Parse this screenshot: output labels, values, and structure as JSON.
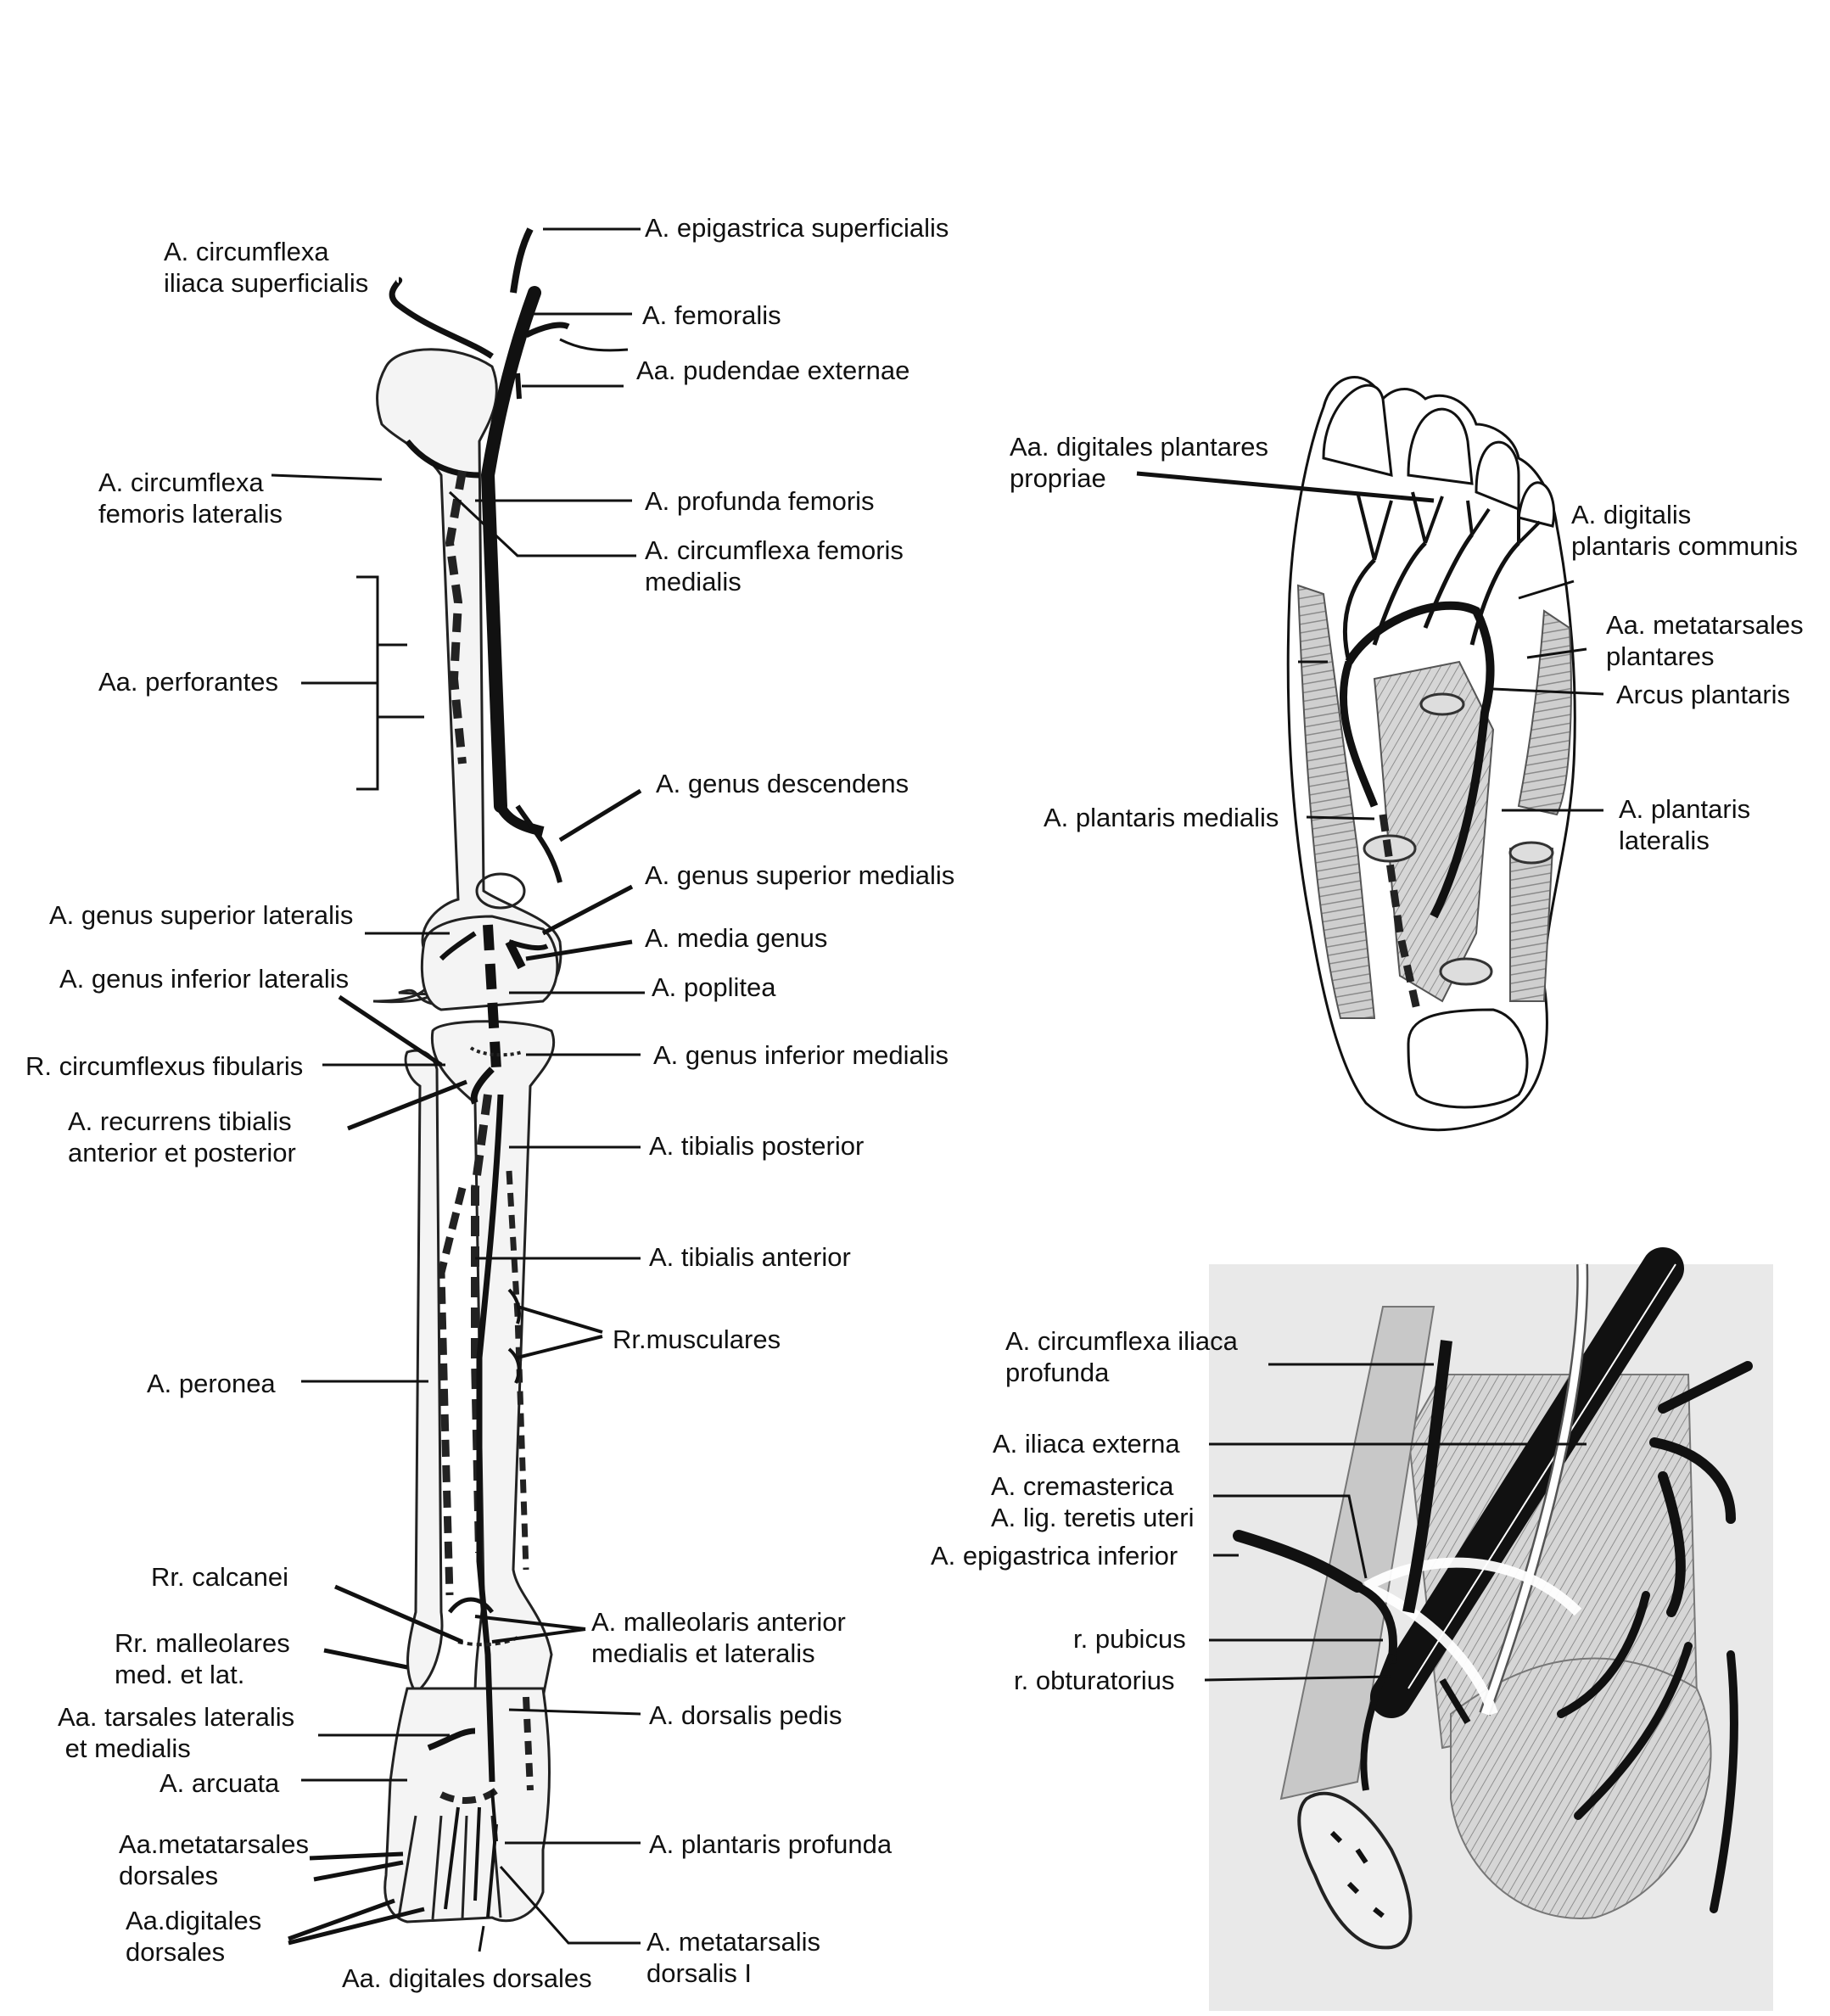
{
  "leg_labels": {
    "epigastrica_superficialis": "A. epigastrica superficialis",
    "circumflexa_iliaca_superficialis": "A. circumflexa\niliaca superficialis",
    "femoralis": "A. femoralis",
    "pudendae_externae": "Aa. pudendae externae",
    "circumflexa_femoris_lateralis": "A. circumflexa\nfemoris lateralis",
    "profunda_femoris": "A. profunda femoris",
    "circumflexa_femoris_medialis": "A. circumflexa femoris\nmedialis",
    "perforantes": "Aa. perforantes",
    "genus_descendens": "A. genus descendens",
    "genus_superior_medialis": "A. genus superior medialis",
    "genus_superior_lateralis": "A. genus superior lateralis",
    "media_genus": "A. media genus",
    "genus_inferior_lateralis": "A. genus inferior lateralis",
    "poplitea": "A. poplitea",
    "circumflexus_fibularis": "R. circumflexus fibularis",
    "genus_inferior_medialis": "A. genus inferior medialis",
    "recurrens_tibialis": "A. recurrens tibialis\nanterior et posterior",
    "tibialis_posterior": "A. tibialis posterior",
    "tibialis_anterior": "A. tibialis anterior",
    "rr_musculares": "Rr.musculares",
    "peronea": "A. peronea",
    "rr_calcanei": "Rr. calcanei",
    "malleolaris_anterior": "A. malleolaris anterior\nmedialis et lateralis",
    "rr_malleolares": "Rr. malleolares\nmed. et lat.",
    "dorsalis_pedis": "A. dorsalis pedis",
    "tarsales": "Aa. tarsales lateralis\n et medialis",
    "arcuata": "A. arcuata",
    "metatarsales_dorsales": "Aa.metatarsales\ndorsales",
    "plantaris_profunda": "A. plantaris profunda",
    "digitales_dorsales_left": "Aa.digitales\ndorsales",
    "metatarsalis_dorsalis_i": "A. metatarsalis\ndorsalis I",
    "digitales_dorsales_bottom": "Aa. digitales dorsales"
  },
  "foot_labels": {
    "digitales_plantares_propriae": "Aa. digitales plantares\npropriae",
    "digitalis_plantaris_communis": "A. digitalis\nplantaris communis",
    "metatarsales_plantares": "Aa. metatarsales\nplantares",
    "arcus_plantaris": "Arcus plantaris",
    "plantaris_medialis": "A. plantaris medialis",
    "plantaris_lateralis": "A. plantaris\nlateralis"
  },
  "groin_labels": {
    "circumflexa_iliaca_profunda": "A. circumflexa iliaca\nprofunda",
    "iliaca_externa": "A. iliaca externa",
    "cremasterica": "A. cremasterica\nA. lig. teretis uteri",
    "epigastrica_inferior": "A. epigastrica inferior",
    "r_pubicus": "r. pubicus",
    "r_obturatorius": "r. obturatorius"
  },
  "colors": {
    "ink": "#111111",
    "bone": "#f4f4f4",
    "muscle": "#bdbdbd",
    "panel": "#e9e9e9"
  }
}
